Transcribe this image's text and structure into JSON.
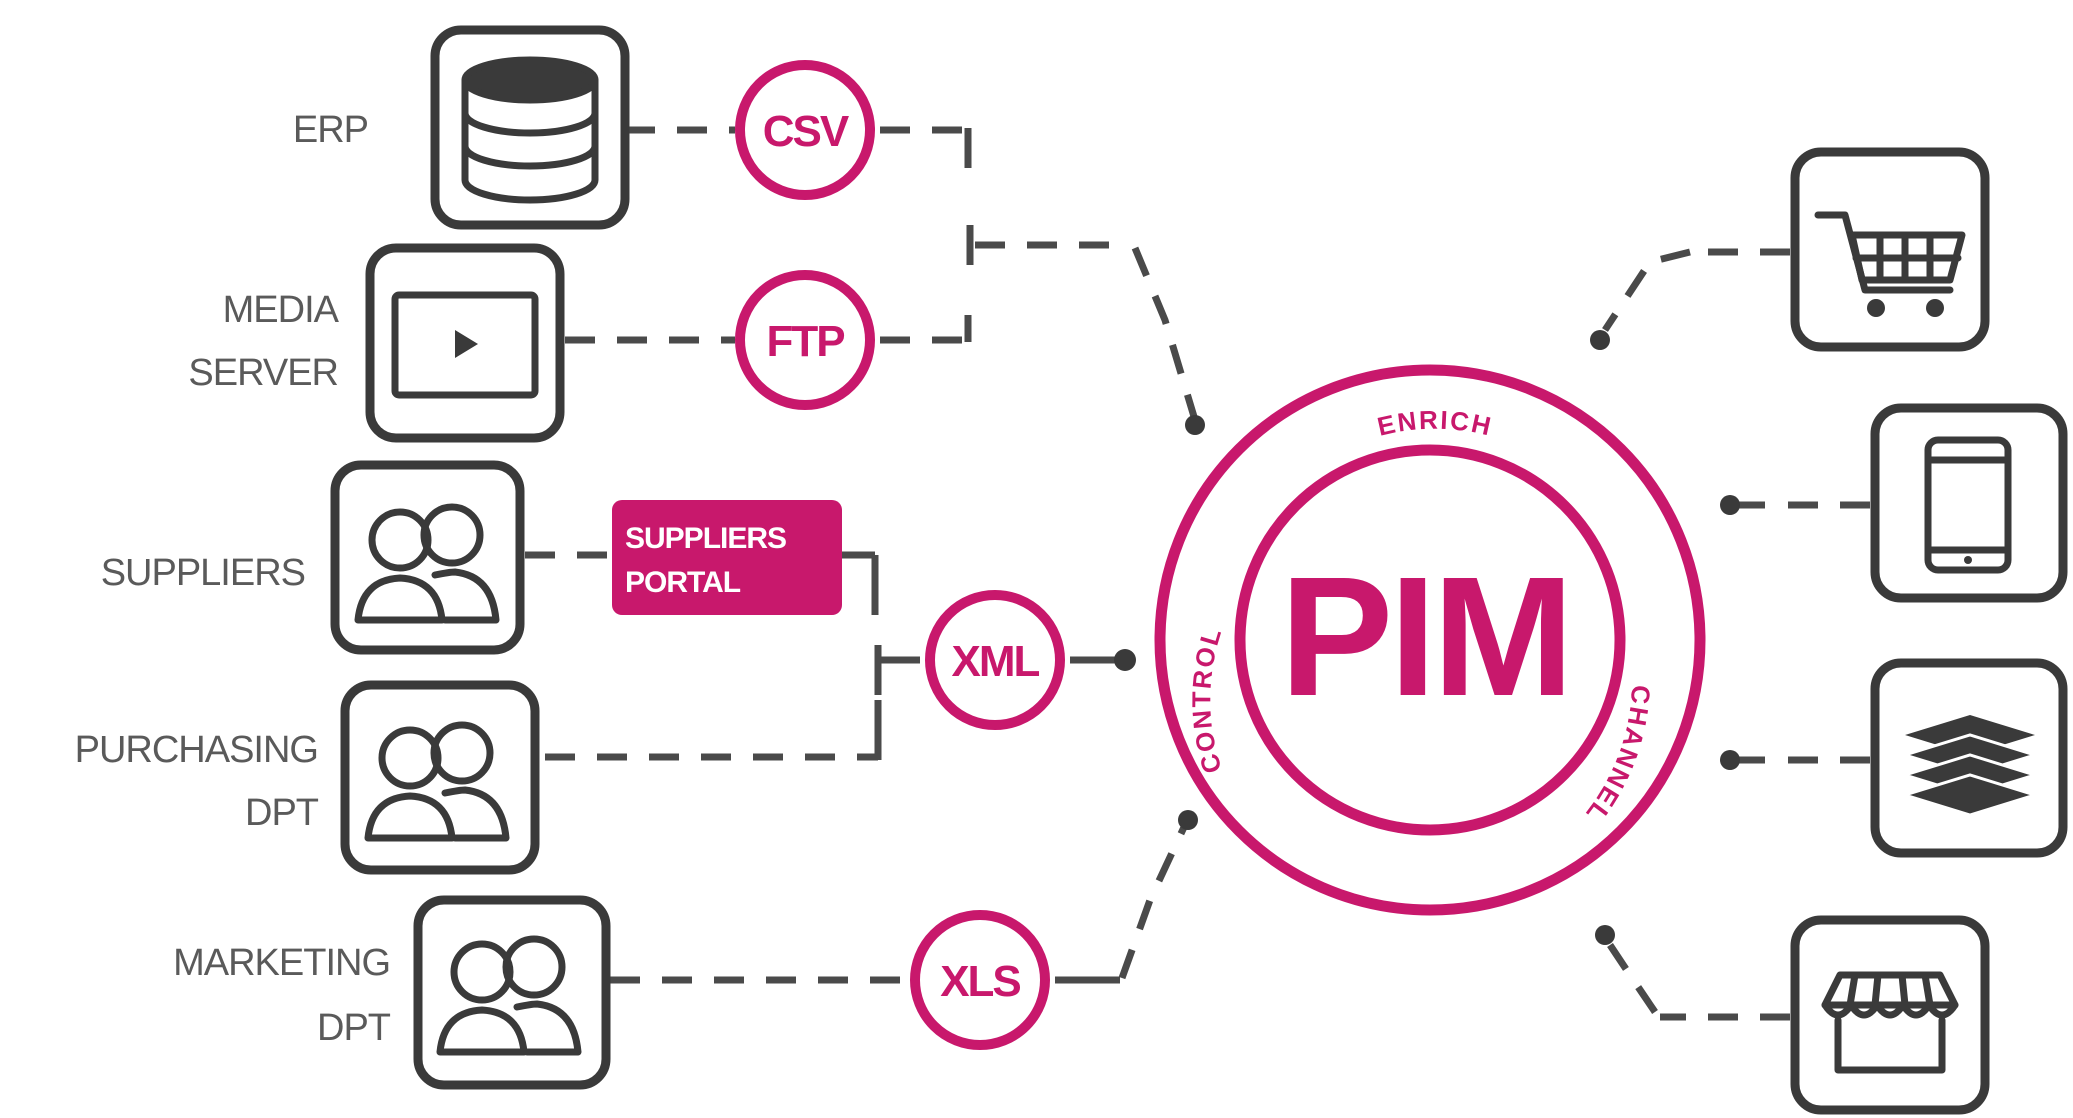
{
  "sources": [
    {
      "id": "erp",
      "label_lines": [
        "ERP"
      ],
      "icon": "database-icon"
    },
    {
      "id": "media",
      "label_lines": [
        "MEDIA",
        "SERVER"
      ],
      "icon": "video-player-icon"
    },
    {
      "id": "suppliers",
      "label_lines": [
        "SUPPLIERS"
      ],
      "icon": "users-icon"
    },
    {
      "id": "purchasing",
      "label_lines": [
        "PURCHASING",
        "DPT"
      ],
      "icon": "users-icon"
    },
    {
      "id": "marketing",
      "label_lines": [
        "MARKETING",
        "DPT"
      ],
      "icon": "users-icon"
    }
  ],
  "protocols": {
    "csv": "CSV",
    "ftp": "FTP",
    "xml": "XML",
    "xls": "XLS"
  },
  "portal": {
    "line1": "SUPPLIERS",
    "line2": "PORTAL"
  },
  "hub": {
    "title": "PIM",
    "ring_top": "ENRICH",
    "ring_left": "CONTROL",
    "ring_right": "CHANNEL"
  },
  "outputs": [
    {
      "id": "ecommerce",
      "icon": "shopping-cart-icon"
    },
    {
      "id": "mobile",
      "icon": "tablet-icon"
    },
    {
      "id": "print",
      "icon": "layers-icon"
    },
    {
      "id": "store",
      "icon": "storefront-icon"
    }
  ],
  "colors": {
    "accent": "#c8186c",
    "line": "#3a3a3a"
  }
}
